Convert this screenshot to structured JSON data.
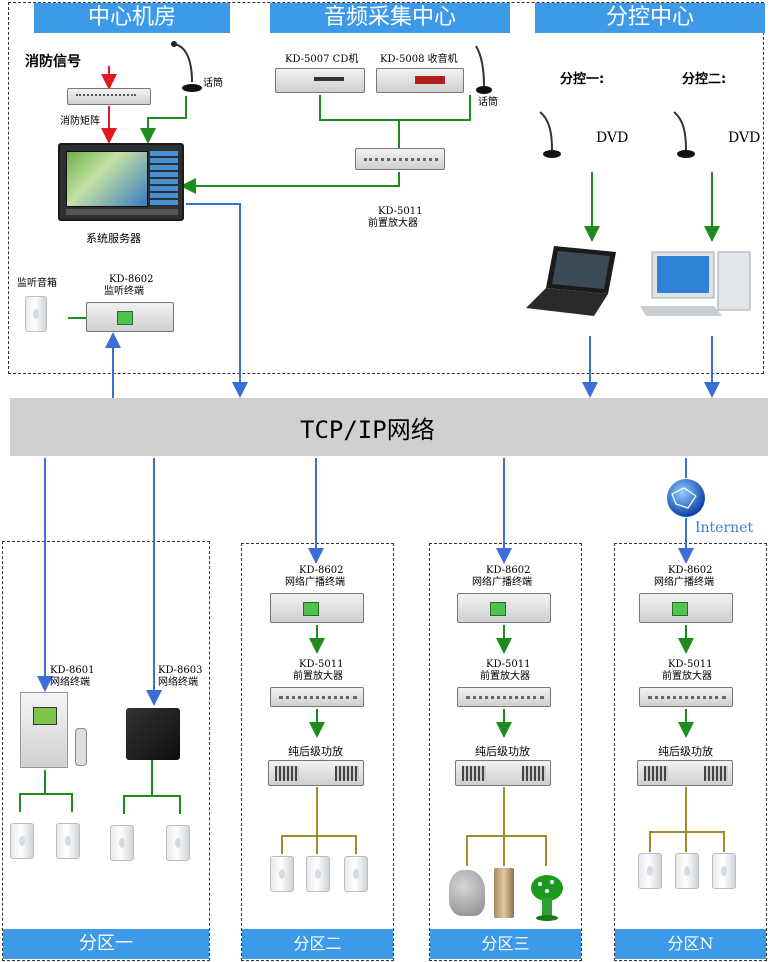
{
  "headers": {
    "center_room": "中心机房",
    "audio_collection": "音频采集中心",
    "sub_control": "分控中心"
  },
  "center_room": {
    "fire_signal": "消防信号",
    "fire_matrix": "消防矩阵",
    "mic": "话筒",
    "server": "系统服务器",
    "monitor_speaker": "监听音箱",
    "monitor_terminal_model": "KD-8602",
    "monitor_terminal_name": "监听终端"
  },
  "audio_center": {
    "cd_player": "KD-5007 CD机",
    "tuner": "KD-5008 收音机",
    "mic": "话筒",
    "preamp_model": "KD-5011",
    "preamp_name": "前置放大器"
  },
  "sub_control_center": {
    "sub1": "分控一:",
    "sub2": "分控二:",
    "dvd1": "DVD",
    "dvd2": "DVD"
  },
  "network": {
    "label": "TCP/IP网络",
    "internet": "Internet"
  },
  "zone1": {
    "term1_model": "KD-8601",
    "term1_name": "网络终端",
    "term2_model": "KD-8603",
    "term2_name": "网络终端",
    "footer": "分区一"
  },
  "zone2": {
    "term_model": "KD-8602",
    "term_name": "网络广播终端",
    "preamp_model": "KD-5011",
    "preamp_name": "前置放大器",
    "amp": "纯后级功放",
    "footer": "分区二"
  },
  "zone3": {
    "term_model": "KD-8602",
    "term_name": "网络广播终端",
    "preamp_model": "KD-5011",
    "preamp_name": "前置放大器",
    "amp": "纯后级功放",
    "footer": "分区三"
  },
  "zoneN": {
    "term_model": "KD-8602",
    "term_name": "网络广播终端",
    "preamp_model": "KD-5011",
    "preamp_name": "前置放大器",
    "amp": "纯后级功放",
    "footer": "分区N"
  },
  "colors": {
    "header_blue": "#3d9ae8",
    "network_gray": "#d0d0d0",
    "arrow_red": "#e0191c",
    "arrow_green": "#1e8b1e",
    "arrow_blue": "#3a6fd8",
    "line_olive": "#9a8f2a"
  }
}
